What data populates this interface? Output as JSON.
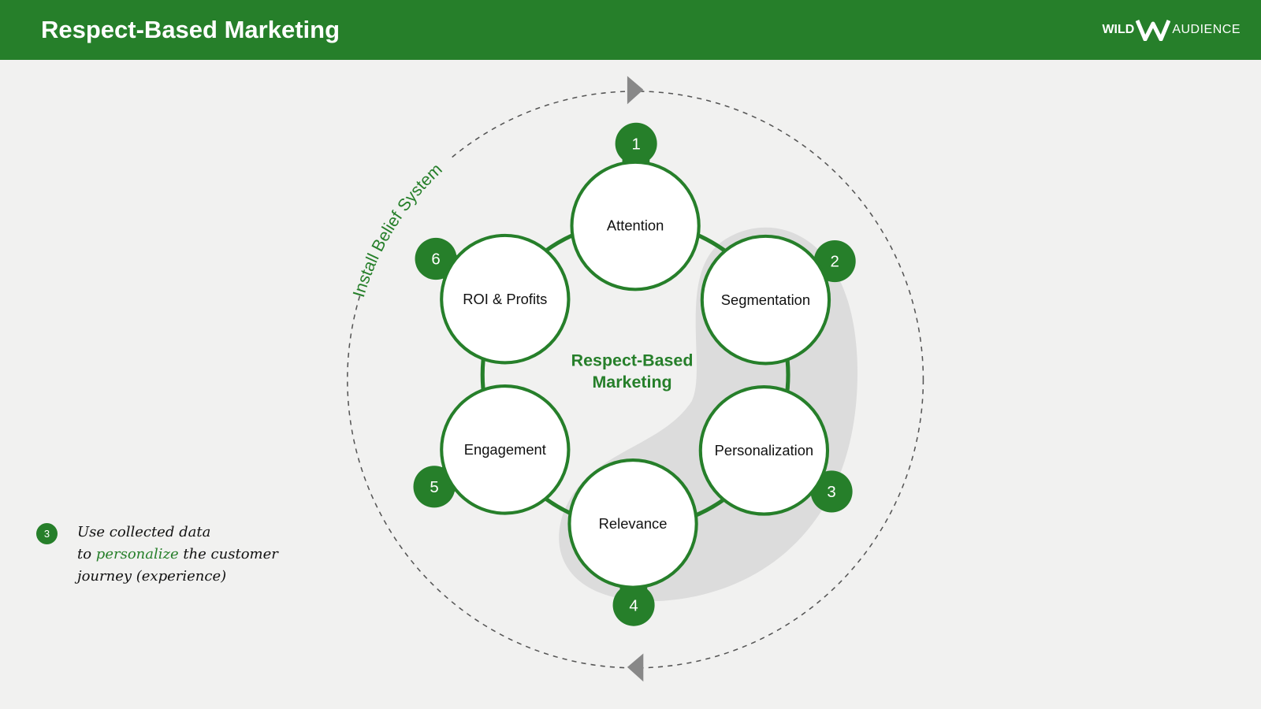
{
  "header": {
    "title": "Respect-Based Marketing",
    "logo_wild": "WILD",
    "logo_audience": "AUDIENCE"
  },
  "diagram": {
    "center_label_1": "Respect-Based",
    "center_label_2": "Marketing",
    "arc_label": "Install Belief System",
    "steps": [
      {
        "number": "1",
        "label": "Attention"
      },
      {
        "number": "2",
        "label": "Segmentation"
      },
      {
        "number": "3",
        "label": "Personalization"
      },
      {
        "number": "4",
        "label": "Relevance"
      },
      {
        "number": "5",
        "label": "Engagement"
      },
      {
        "number": "6",
        "label": "ROI & Profits"
      }
    ],
    "accent": "#267f2a"
  },
  "note": {
    "number": "3",
    "line1": "Use collected data",
    "line2_pre": "to ",
    "line2_highlight": "personalize",
    "line2_post": " the customer",
    "line3": "journey (experience)"
  }
}
